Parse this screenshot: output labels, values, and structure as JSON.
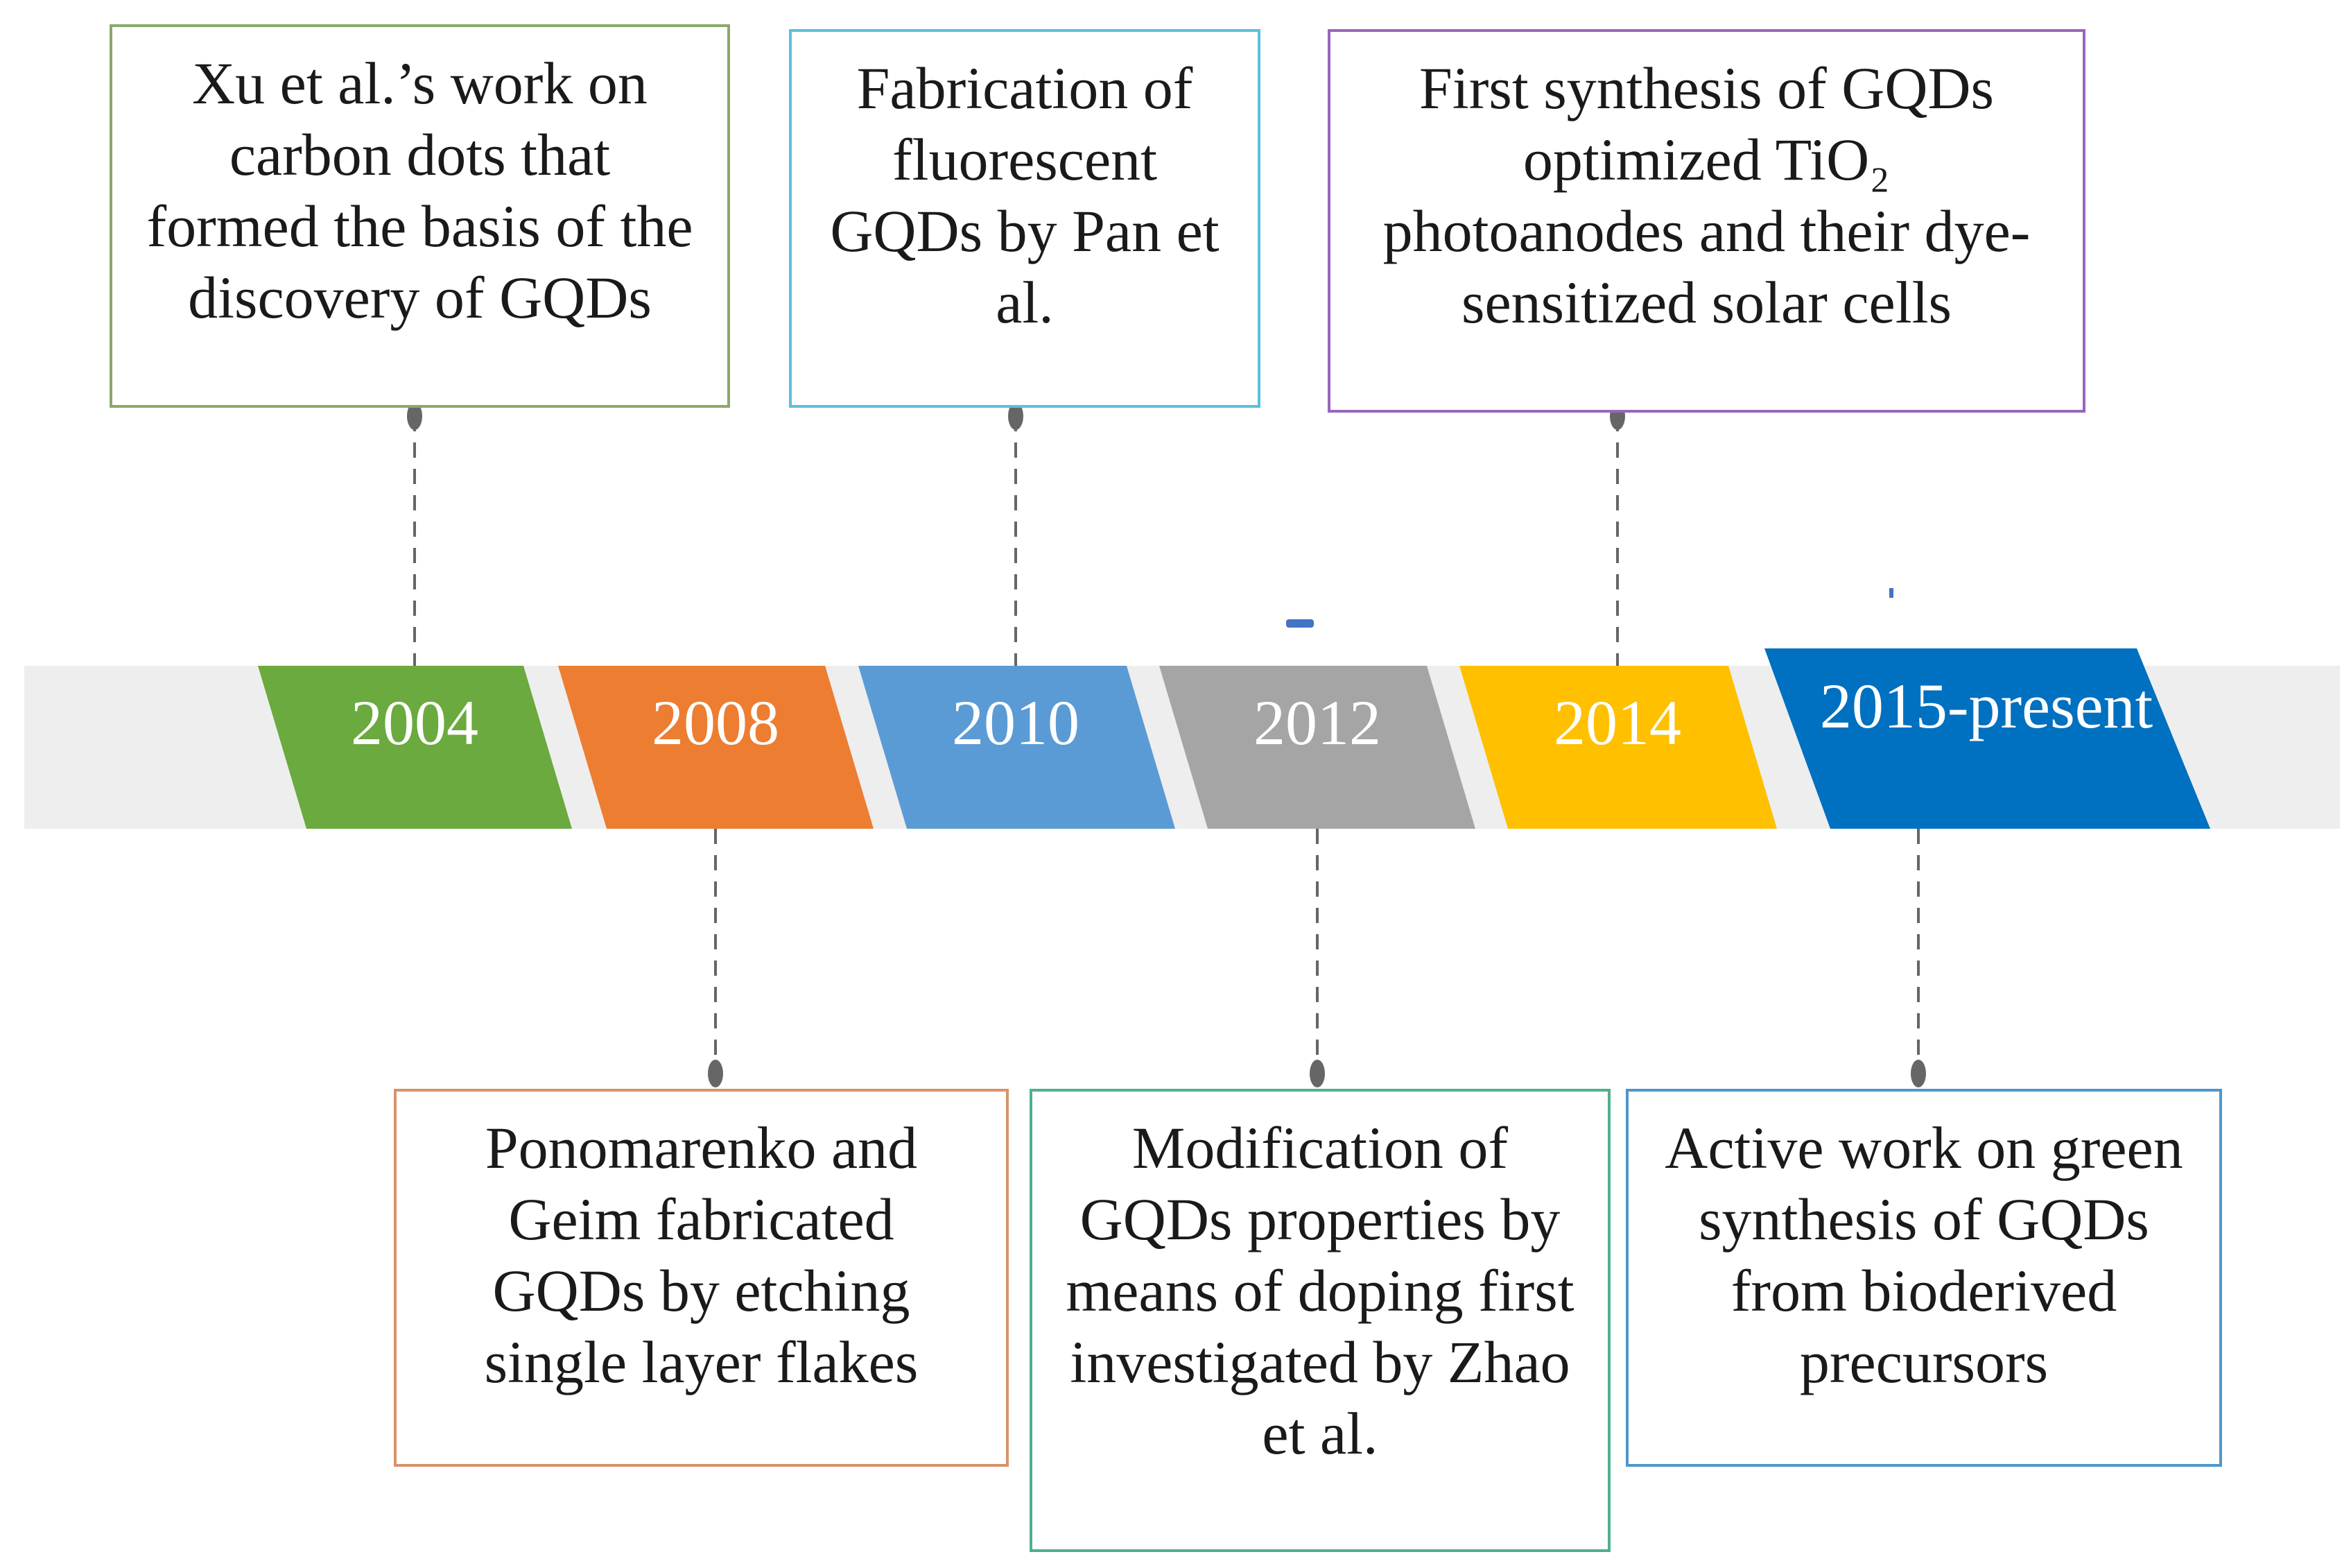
{
  "timeline": {
    "colors": {
      "band": "#eeeeee",
      "connector": "#666666"
    },
    "periods": [
      {
        "label": "2004",
        "color": "#6aaa3e"
      },
      {
        "label": "2008",
        "color": "#ed7d31"
      },
      {
        "label": "2010",
        "color": "#5b9bd5"
      },
      {
        "label": "2012",
        "color": "#a5a5a5"
      },
      {
        "label": "2014",
        "color": "#ffc000"
      },
      {
        "label": "2015-present",
        "color": "#0070c0"
      }
    ],
    "events": [
      {
        "year": "2004",
        "position": "above",
        "border_color": "#8aa86a",
        "text": "Xu et al.’s work on\ncarbon dots that\nformed the basis of the\ndiscovery of GQDs"
      },
      {
        "year": "2008",
        "position": "below",
        "border_color": "#d9926a",
        "text": "Ponomarenko and\nGeim fabricated\nGQDs by etching\nsingle layer flakes"
      },
      {
        "year": "2010",
        "position": "above",
        "border_color": "#5bc0d9",
        "text": "Fabrication of\nfluorescent\nGQDs by Pan et\nal."
      },
      {
        "year": "2012",
        "position": "below",
        "border_color": "#4fb08a",
        "text": "Modification of\nGQDs properties by\nmeans of doping first\ninvestigated by Zhao\net al."
      },
      {
        "year": "2014",
        "position": "above",
        "border_color": "#9966bb",
        "text": "First synthesis of GQDs\noptimized TiO₂\nphotoanodes and their dye-\nsensitized solar cells"
      },
      {
        "year": "2015-present",
        "position": "below",
        "border_color": "#4f97c9",
        "text": "Active work on green\nsynthesis of GQDs\nfrom bioderived\nprecursors"
      }
    ]
  }
}
